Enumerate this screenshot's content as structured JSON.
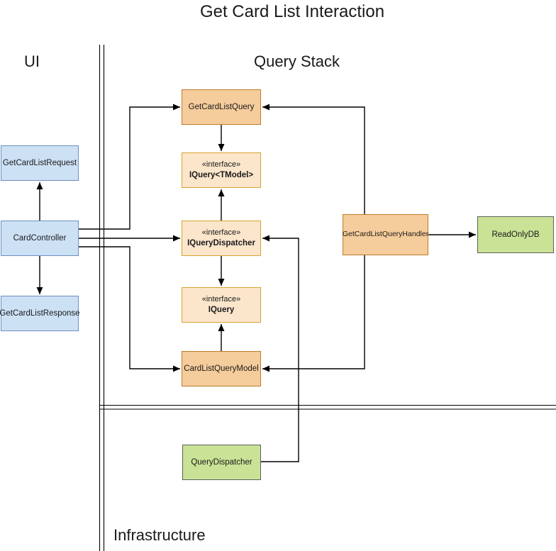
{
  "title": "Get Card List Interaction",
  "lanes": {
    "ui": "UI",
    "query_stack": "Query Stack",
    "infrastructure": "Infrastructure"
  },
  "colors": {
    "line": "#000000",
    "blue_fill": "#CDE1F5",
    "blue_border": "#6C8EBF",
    "orange_fill": "#F5CC9B",
    "orange_border": "#BE7C28",
    "peach_fill": "#FBE5CB",
    "peach_border": "#D8A430",
    "green_fill": "#C9E295",
    "green_border": "#5F5F5F"
  },
  "nodes": {
    "get_card_list_request": {
      "label": "GetCardListRequest"
    },
    "card_controller": {
      "label": "CardController"
    },
    "get_card_list_response": {
      "label": "GetCardListResponse"
    },
    "get_card_list_query": {
      "label": "GetCardListQuery"
    },
    "iquery_tmodel": {
      "stereotype": "«interface»",
      "label": "IQuery<TModel>"
    },
    "iquery_dispatcher": {
      "stereotype": "«interface»",
      "label": "IQueryDispatcher"
    },
    "iquery": {
      "stereotype": "«interface»",
      "label": "IQuery"
    },
    "card_list_query_model": {
      "label": "CardListQueryModel"
    },
    "get_card_list_query_handler": {
      "label": "GetCardListQueryHandler"
    },
    "read_only_db": {
      "label": "ReadOnlyDB"
    },
    "query_dispatcher": {
      "label": "QueryDispatcher"
    }
  },
  "edges": [
    {
      "from": "card_controller",
      "to": "get_card_list_request",
      "arrow": "to"
    },
    {
      "from": "card_controller",
      "to": "get_card_list_response",
      "arrow": "to"
    },
    {
      "from": "card_controller",
      "to": "get_card_list_query",
      "arrow": "to"
    },
    {
      "from": "card_controller",
      "to": "iquery_dispatcher",
      "arrow": "to"
    },
    {
      "from": "card_controller",
      "to": "card_list_query_model",
      "arrow": "to"
    },
    {
      "from": "get_card_list_query",
      "to": "iquery_tmodel",
      "arrow": "to"
    },
    {
      "from": "iquery_dispatcher",
      "to": "iquery_tmodel",
      "arrow": "to"
    },
    {
      "from": "iquery_dispatcher",
      "to": "iquery",
      "arrow": "to"
    },
    {
      "from": "card_list_query_model",
      "to": "iquery",
      "arrow": "to"
    },
    {
      "from": "get_card_list_query_handler",
      "to": "get_card_list_query",
      "arrow": "to"
    },
    {
      "from": "get_card_list_query_handler",
      "to": "card_list_query_model",
      "arrow": "to"
    },
    {
      "from": "get_card_list_query_handler",
      "to": "read_only_db",
      "arrow": "to"
    },
    {
      "from": "query_dispatcher",
      "to": "iquery_dispatcher",
      "arrow": "to"
    }
  ]
}
